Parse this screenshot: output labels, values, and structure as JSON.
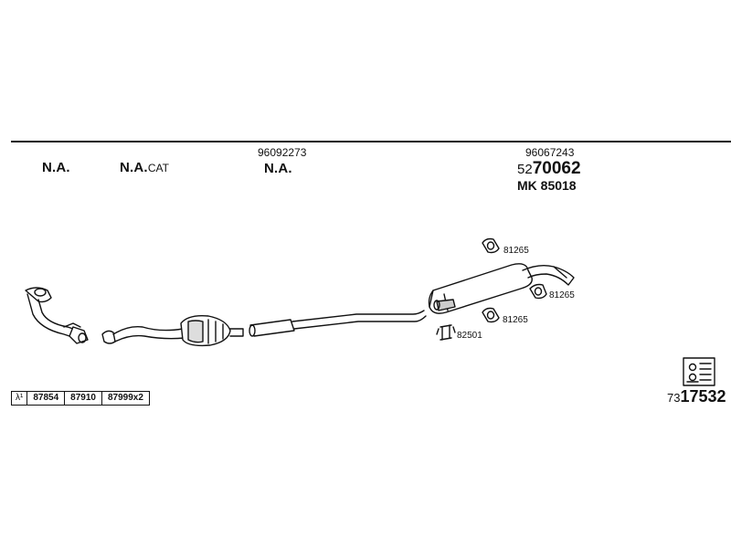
{
  "labels": {
    "na_1": "N.A.",
    "na_2_main": "N.A.",
    "na_2_suffix": "CAT",
    "part_top_3": "96092273",
    "na_3": "N.A.",
    "part_top_4": "96067243",
    "num4_prefix": "52",
    "num4_main": "70062",
    "kit": "MK 85018"
  },
  "clamps": [
    {
      "label": "81265"
    },
    {
      "label": "81265"
    },
    {
      "label": "81265"
    },
    {
      "label": "82501"
    }
  ],
  "lambda_table": {
    "symbol": "λ¹",
    "cells": [
      "87854",
      "87910",
      "87999x2"
    ]
  },
  "footer": {
    "code_prefix": "73",
    "code_main": "17532"
  }
}
